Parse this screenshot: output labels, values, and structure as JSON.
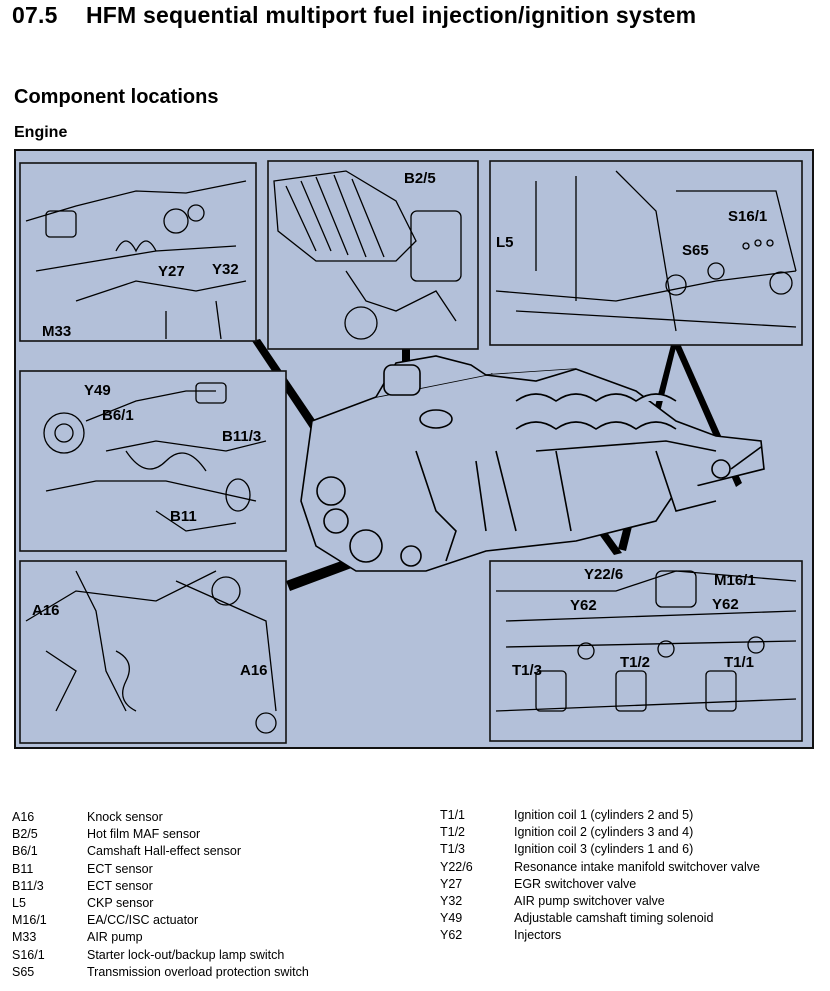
{
  "header": {
    "chapter_number": "07.5",
    "chapter_title": "HFM sequential multiport fuel injection/ignition system",
    "section_title": "Component locations",
    "subsection_title": "Engine"
  },
  "figure": {
    "callouts": {
      "b25": "B2/5",
      "y27": "Y27",
      "y32": "Y32",
      "m33": "M33",
      "l5": "L5",
      "s65": "S65",
      "s161": "S16/1",
      "y49": "Y49",
      "b61": "B6/1",
      "b113": "B11/3",
      "b11": "B11",
      "a16a": "A16",
      "a16b": "A16",
      "y226": "Y22/6",
      "m161": "M16/1",
      "y62a": "Y62",
      "y62b": "Y62",
      "t13": "T1/3",
      "t12": "T1/2",
      "t11": "T1/1"
    }
  },
  "legend": {
    "left": [
      {
        "code": "A16",
        "desc": "Knock sensor"
      },
      {
        "code": "B2/5",
        "desc": "Hot film MAF sensor"
      },
      {
        "code": "B6/1",
        "desc": "Camshaft Hall-effect sensor"
      },
      {
        "code": "B11",
        "desc": "ECT sensor"
      },
      {
        "code": "B11/3",
        "desc": "ECT sensor"
      },
      {
        "code": "L5",
        "desc": "CKP sensor"
      },
      {
        "code": "M16/1",
        "desc": "EA/CC/ISC actuator"
      },
      {
        "code": "M33",
        "desc": "AIR pump"
      },
      {
        "code": "S16/1",
        "desc": "Starter lock-out/backup lamp switch"
      },
      {
        "code": "S65",
        "desc": "Transmission overload protection switch"
      }
    ],
    "right": [
      {
        "code": "T1/1",
        "desc": "Ignition coil 1 (cylinders 2 and 5)"
      },
      {
        "code": "T1/2",
        "desc": "Ignition coil 2 (cylinders 3 and 4)"
      },
      {
        "code": "T1/3",
        "desc": "Ignition coil 3 (cylinders 1 and 6)"
      },
      {
        "code": "Y22/6",
        "desc": "Resonance intake manifold switchover valve"
      },
      {
        "code": "Y27",
        "desc": "EGR switchover valve"
      },
      {
        "code": "Y32",
        "desc": "AIR pump switchover valve"
      },
      {
        "code": "Y49",
        "desc": "Adjustable camshaft timing solenoid"
      },
      {
        "code": "Y62",
        "desc": "Injectors"
      }
    ]
  }
}
